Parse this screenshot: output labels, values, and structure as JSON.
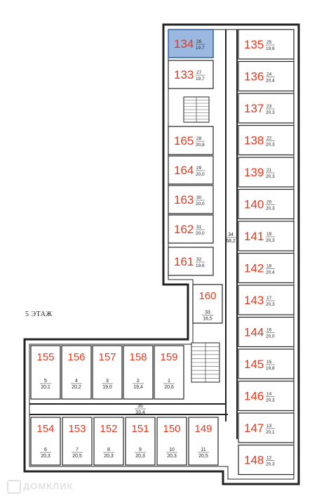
{
  "floor_label": "5  ЭТАЖ",
  "watermark": "ДОМКЛИК",
  "colors": {
    "room_number": "#e8361c",
    "highlight_fill": "#9bb9e0",
    "highlight_stroke": "#2f5faa",
    "wall": "#222222"
  },
  "highlighted_room": "134",
  "rooms": [
    {
      "num": "134",
      "idx": "26",
      "area": "19,7"
    },
    {
      "num": "133",
      "idx": "27",
      "area": "19,7"
    },
    {
      "num": "165",
      "idx": "28",
      "area": "20,8"
    },
    {
      "num": "164",
      "idx": "29",
      "area": "20,0"
    },
    {
      "num": "163",
      "idx": "30",
      "area": "20,0"
    },
    {
      "num": "162",
      "idx": "31",
      "area": "20,0"
    },
    {
      "num": "161",
      "idx": "32",
      "area": "19,6"
    },
    {
      "num": "135",
      "idx": "25",
      "area": "19,8"
    },
    {
      "num": "136",
      "idx": "24",
      "area": "20,4"
    },
    {
      "num": "137",
      "idx": "23",
      "area": "20,3"
    },
    {
      "num": "138",
      "idx": "22",
      "area": "20,3"
    },
    {
      "num": "139",
      "idx": "21",
      "area": "20,3"
    },
    {
      "num": "140",
      "idx": "20",
      "area": "20,3"
    },
    {
      "num": "141",
      "idx": "19",
      "area": "20,3"
    },
    {
      "num": "142",
      "idx": "18",
      "area": "20,4"
    },
    {
      "num": "143",
      "idx": "17",
      "area": "20,3"
    },
    {
      "num": "144",
      "idx": "16",
      "area": "20,0"
    },
    {
      "num": "145",
      "idx": "15",
      "area": "19,8"
    },
    {
      "num": "146",
      "idx": "14",
      "area": "20,3"
    },
    {
      "num": "147",
      "idx": "13",
      "area": "20,1"
    },
    {
      "num": "148",
      "idx": "12",
      "area": "20,3"
    },
    {
      "num": "160",
      "idx": "33",
      "area": "16,5"
    },
    {
      "num": "155",
      "idx": "5",
      "area": "20,1"
    },
    {
      "num": "156",
      "idx": "4",
      "area": "20,2"
    },
    {
      "num": "157",
      "idx": "3",
      "area": "19,0"
    },
    {
      "num": "158",
      "idx": "2",
      "area": "19,4"
    },
    {
      "num": "159",
      "idx": "1",
      "area": "20,6"
    },
    {
      "num": "154",
      "idx": "6",
      "area": "20,3"
    },
    {
      "num": "153",
      "idx": "7",
      "area": "20,5"
    },
    {
      "num": "152",
      "idx": "8",
      "area": "20,3"
    },
    {
      "num": "151",
      "idx": "9",
      "area": "20,3"
    },
    {
      "num": "150",
      "idx": "10",
      "area": "20,3"
    },
    {
      "num": "149",
      "idx": "11",
      "area": "20,5"
    }
  ],
  "corridors": [
    {
      "idx": "34",
      "area": "68,2"
    },
    {
      "idx": "35",
      "area": "33,4"
    }
  ]
}
